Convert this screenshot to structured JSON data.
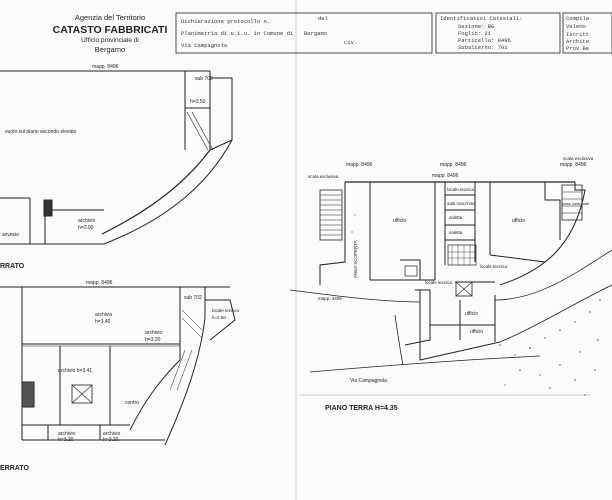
{
  "header": {
    "agency": "Agenzia del Territorio",
    "office": "CATASTO FABBRICATI",
    "dept": "Ufficio provinciale di",
    "city": "Bergamo",
    "box_left": {
      "line1": "Dichiarazione protocollo n.",
      "line1_right": "del",
      "line2": "Planimetria di u.i.u. in Comune di",
      "line2_right": "Bergamo",
      "line3": "Via Campagnola",
      "line3_right": "civ."
    },
    "box_mid": {
      "title": "Identificativi Catastali:",
      "sezione": "Sezione: BG",
      "foglio": "Foglio: 21",
      "particella": "Particella: 8496",
      "subalterno": "Subalterno: 701"
    },
    "box_right": {
      "l1": "Compila",
      "l2": "Valeno",
      "l3": "Iscritt",
      "l4": "Archite",
      "l5": "Prov.Be"
    }
  },
  "plan_labels": {
    "mapp_top_left": "mapp. 8496",
    "sub_702_top": "sub 702",
    "h_top": "h=3.50",
    "note_second_floor": "vuoto sul piano secondo elevato",
    "archivio_top": "archivio",
    "archivio_top_h": "h=2.00",
    "seveso": "sevesio",
    "piano_left_top": "RRATO",
    "mapp_bottom_left": "mapp. 8496",
    "sub_702_bottom": "sub 702",
    "locale_tecnico_l": "locale tecnico",
    "locale_tecnico_l_h": "h=2.60",
    "archivio_a": "archivio",
    "archivio_a_h": "h=3.40",
    "archivio_b": "archivio",
    "archivio_b_h": "h=3.20",
    "archivio_c": "archivio h=3.41",
    "contro": "contro",
    "archivio_d": "archivio",
    "archivio_d_h": "h=3.20",
    "archivio_e": "archivio",
    "archivio_e_h": "h=3.20",
    "piano_left_bottom": "ERRATO",
    "mapp_r1": "mapp. 8496",
    "mapp_r2": "mapp. 8496",
    "mapp_r3": "mapp. 8496",
    "mapp_r4": "mapp. 8496",
    "scala_esclusiva_l": "scala esclusiva",
    "scala_esclusiva_r": "scala esclusiva",
    "ufficio_1": "ufficio",
    "locale_tecnico_c": "locale tecnico",
    "sala_macchine": "sala macchine",
    "saletta_1": "saletta",
    "saletta_2": "saletta",
    "ufficio_2": "ufficio",
    "passaggio": "pass. pedonale",
    "locale_tecnico_r": "locale tecnico",
    "locale_tecnico_r2": "locale tecnico",
    "ufficio_3": "ufficio",
    "ufficio_4": "ufficio",
    "mapp_bottom": "mapp. 3409",
    "via": "Via Campagnola",
    "piano_terra": "PIANO TERRA H=4.35",
    "area_verticale": "AREA SCOPERTA"
  }
}
